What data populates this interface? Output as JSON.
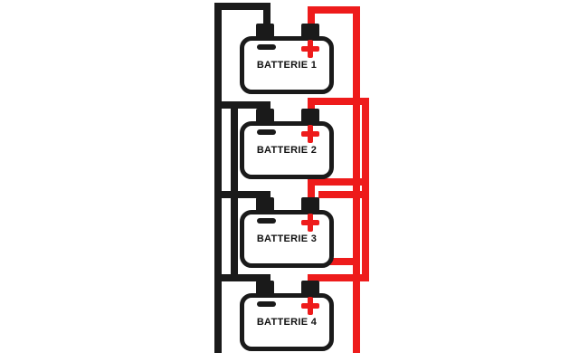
{
  "diagram": {
    "title": "battery-parallel-wiring-diagram",
    "batteries": [
      {
        "label": "BATTERIE 1",
        "negative_symbol": "−",
        "positive_symbol": "+"
      },
      {
        "label": "BATTERIE 2",
        "negative_symbol": "−",
        "positive_symbol": "+"
      },
      {
        "label": "BATTERIE 3",
        "negative_symbol": "−",
        "positive_symbol": "+"
      },
      {
        "label": "BATTERIE 4",
        "negative_symbol": "−",
        "positive_symbol": "+"
      }
    ]
  },
  "colors": {
    "negative_wire": "#1a1a1a",
    "positive_wire": "#ee1b1b",
    "battery_fill": "#ffffff",
    "battery_outline": "#1a1a1a",
    "background": "#ffffff"
  }
}
